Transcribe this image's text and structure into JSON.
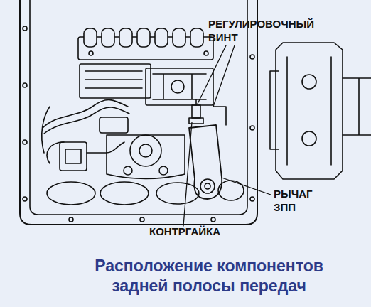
{
  "diagram": {
    "caption": "Расположение компонентов задней полосы передач",
    "labels": [
      "РЕГУЛИРОВОЧНЫЙ ВИНТ",
      "РЫЧАГ ЗПП",
      "КОНТРГАЙКА"
    ]
  }
}
